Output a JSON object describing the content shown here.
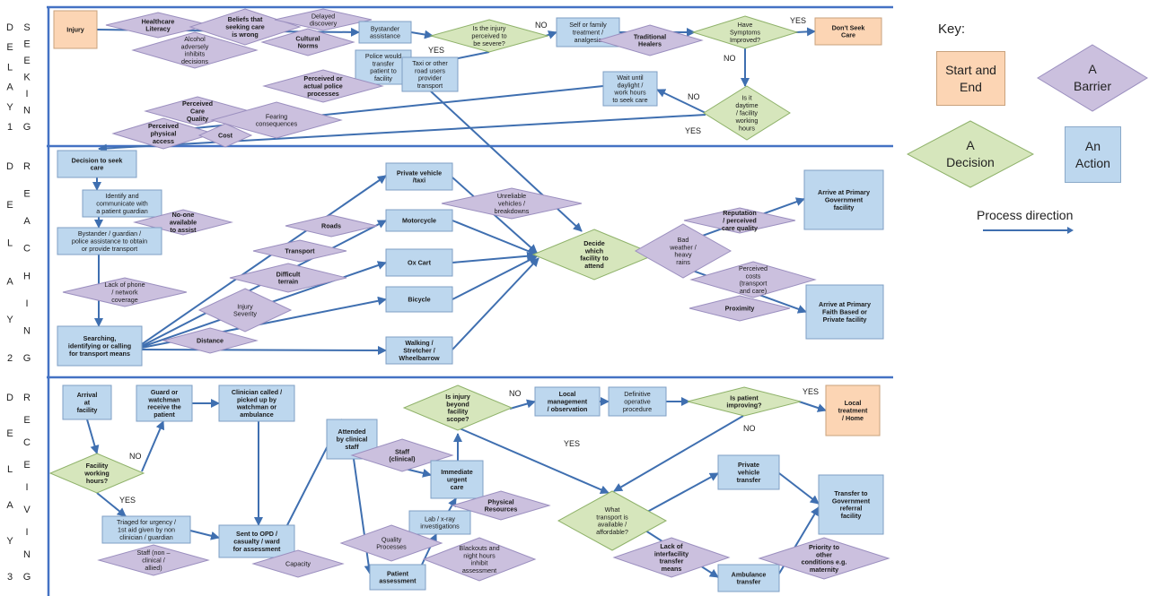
{
  "colors": {
    "start_end": "#fcd5b4",
    "action": "#bdd7ee",
    "barrier": "#cbc0de",
    "decision": "#d6e6bc",
    "line": "#3f6fb0",
    "lane_border": "#4472c4"
  },
  "lanes": [
    {
      "letters_left": [
        "D",
        "E",
        "L",
        "A",
        "Y",
        "1"
      ],
      "letters_right": [
        "S",
        "E",
        "E",
        "K",
        "I",
        "N",
        "G"
      ]
    },
    {
      "letters_left": [
        "D",
        "E",
        "L",
        "A",
        "Y",
        "2"
      ],
      "letters_right": [
        "R",
        "E",
        "A",
        "C",
        "H",
        "I",
        "N",
        "G"
      ]
    },
    {
      "letters_left": [
        "D",
        "E",
        "L",
        "A",
        "Y",
        "3"
      ],
      "letters_right": [
        "R",
        "E",
        "C",
        "E",
        "I",
        "V",
        "I",
        "N",
        "G"
      ]
    }
  ],
  "nodes": {
    "injury": "Injury",
    "healthcare_literacy": "Healthcare\nLiteracy",
    "beliefs": "Beliefs that\nseeking care\nis wrong",
    "alcohol": "Alcohol\nadversely\ninhibits\ndecisions",
    "delayed_discovery": "Delayed\ndiscovery",
    "cultural_norms": "Cultural\nNorms",
    "bystander_assistance": "Bystander\nassistance",
    "injury_severe": "Is the injury\nperceived to\nbe severe?",
    "self_family": "Self or family\ntreatment /\nanalgesia",
    "traditional_healers": "Traditional\nHealers",
    "symptoms_improved": "Have\nSymptoms\nImproved?",
    "dont_seek": "Don't Seek\nCare",
    "police_transfer": "Police would\ntransfer\npatient to\nfacility",
    "taxi_road_users": "Taxi or other\nroad users\nprovider\ntransport",
    "perceived_police": "Perceived or\nactual police\nprocesses",
    "wait_daylight": "Wait until\ndaylight /\nwork hours\nto seek care",
    "is_daytime": "Is it\ndaytime\n/ facility\nworking\nhours",
    "perceived_care_quality": "Perceived\nCare\nQuality",
    "fearing": "Fearing\nconsequences",
    "perceived_access": "Perceived\nphysical\naccess",
    "cost": "Cost",
    "decision_to_seek": "Decision to seek\ncare",
    "identify_guardian": "Identify and\ncommunicate with\na patient guardian",
    "no_one": "No-one\navailable\nto assist",
    "bystander_police_transport": "Bystander / guardian /\npolice assistance to obtain\nor provide transport",
    "lack_phone": "Lack of phone\n/ network\ncoverage",
    "searching": "Searching,\nidentifying or calling\nfor transport means",
    "private_vehicle_taxi": "Private vehicle\n/taxi",
    "motorcycle": "Motorcycle",
    "ox_cart": "Ox Cart",
    "bicycle": "Bicycle",
    "walking": "Walking /\nStretcher /\nWheelbarrow",
    "roads": "Roads",
    "transport": "Transport",
    "difficult_terrain": "Difficult\nterrain",
    "injury_severity": "Injury\nSeverity",
    "distance": "Distance",
    "unreliable_vehicles": "Unreliable\nvehicles /\nbreakdowns",
    "decide_facility": "Decide\nwhich\nfacility to\nattend",
    "bad_weather": "Bad\nweather /\nheavy\nrains",
    "reputation": "Reputation\n/ perceived\ncare quality",
    "perceived_costs": "Perceived\ncosts\n(transport\nand care)",
    "proximity": "Proximity",
    "arrive_primary_gov": "Arrive at Primary\nGovernment\nfacility",
    "arrive_primary_faith": "Arrive at Primary\nFaith Based or\nPrivate facility",
    "arrival_facility": "Arrival\nat\nfacility",
    "facility_hours": "Facility\nworking\nhours?",
    "guard_watchman": "Guard or\nwatchman\nreceive the\npatient",
    "clinician_called": "Clinician called /\npicked up by\nwatchman or\nambulance",
    "triaged": "Triaged for urgency /\n1st aid given by non\nclinician / guardian",
    "staff_nonclinical": "Staff (non –\nclinical /\nallied)",
    "sent_opd": "Sent to OPD /\ncasualty / ward\nfor assessment",
    "capacity": "Capacity",
    "attended_clinical": "Attended\nby clinical\nstaff",
    "staff_clinical": "Staff\n(clinical)",
    "immediate_care": "Immediate\nurgent\ncare",
    "physical_resources": "Physical\nResources",
    "lab_xray": "Lab / x-ray\ninvestigations",
    "quality_processes": "Quality\nProcesses",
    "blackouts": "Blackouts and\nnight hours\ninhibit\nassessment",
    "patient_assessment": "Patient\nassessment",
    "injury_beyond": "Is injury\nbeyond\nfacility\nscope?",
    "local_management": "Local\nmanagement\n/ observation",
    "definitive_procedure": "Definitive\noperative\nprocedure",
    "patient_improving": "Is patient\nimproving?",
    "local_treatment": "Local\ntreatment\n/ Home",
    "what_transport": "What\ntransport is\navailable /\naffordable?",
    "lack_interfacility": "Lack of\ninterfacility\ntransfer\nmeans",
    "private_vehicle_transfer": "Private\nvehicle\ntransfer",
    "ambulance_transfer": "Ambulance\ntransfer",
    "priority_other": "Priority to\nother\nconditions e.g.\nmaternity",
    "transfer_referral": "Transfer to\nGovernment\nreferral\nfacility"
  },
  "edge_labels": {
    "no": "NO",
    "yes": "YES"
  },
  "key": {
    "title": "Key:",
    "start_end": "Start and\nEnd",
    "barrier": "A\nBarrier",
    "decision": "A\nDecision",
    "action": "An\nAction",
    "process_direction": "Process direction"
  }
}
